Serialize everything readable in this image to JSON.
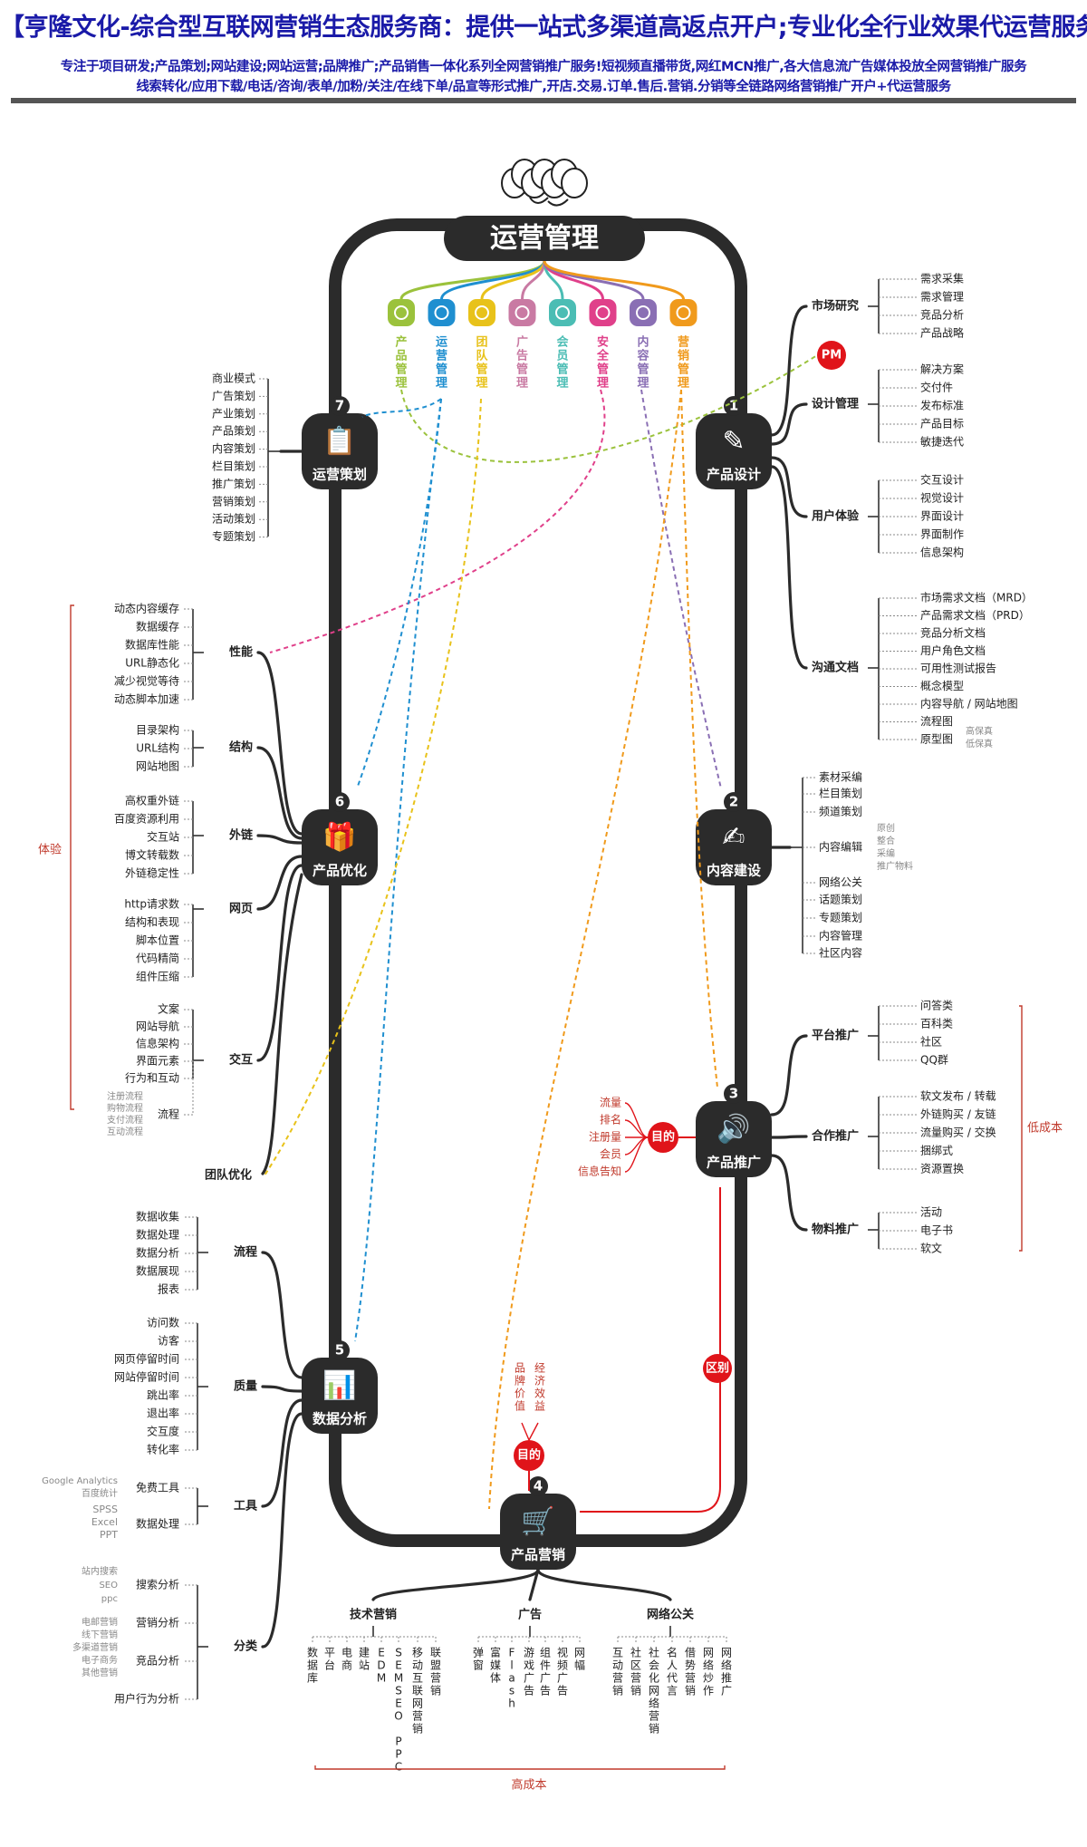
{
  "header": {
    "title": "【亨隆文化-综合型互联网营销生态服务商：提供一站式多渠道高返点开户;专业化全行业效果代运营服务】",
    "line1": "专注于项目研发;产品策划;网站建设;网站运营;品牌推广;产品销售一体化系列全网营销推广服务!短视频直播带货,网红MCN推广,各大信息流广告媒体投放全网营销推广服务",
    "line2": "线索转化/应用下载/电话/咨询/表单/加粉/关注/在线下单/品宣等形式推广,开店.交易.订单.售后.营销.分销等全链路网络营销推广开户+代运营服务"
  },
  "center": {
    "title": "运营管理",
    "modules": [
      {
        "label": "产品管理",
        "color": "#9bc23c"
      },
      {
        "label": "运营管理",
        "color": "#1f8fd0"
      },
      {
        "label": "团队管理",
        "color": "#e8c21a"
      },
      {
        "label": "广告管理",
        "color": "#c97aa3"
      },
      {
        "label": "会员管理",
        "color": "#4bbdb4"
      },
      {
        "label": "安全管理",
        "color": "#e0408a"
      },
      {
        "label": "内容管理",
        "color": "#8a6fb4"
      },
      {
        "label": "营销管理",
        "color": "#f09a1c"
      }
    ]
  },
  "nodes": [
    {
      "num": "1",
      "label": "产品设计"
    },
    {
      "num": "2",
      "label": "内容建设"
    },
    {
      "num": "3",
      "label": "产品推广"
    },
    {
      "num": "4",
      "label": "产品营销"
    },
    {
      "num": "5",
      "label": "数据分析"
    },
    {
      "num": "6",
      "label": "产品优化"
    },
    {
      "num": "7",
      "label": "运营策划"
    }
  ],
  "pm": "PM",
  "node1": {
    "groups": [
      {
        "label": "市场研究",
        "items": [
          "需求采集",
          "需求管理",
          "竞品分析",
          "产品战略"
        ]
      },
      {
        "label": "设计管理",
        "items": [
          "解决方案",
          "交付件",
          "发布标准",
          "产品目标",
          "敏捷迭代"
        ]
      },
      {
        "label": "用户体验",
        "items": [
          "交互设计",
          "视觉设计",
          "界面设计",
          "界面制作",
          "信息架构"
        ]
      },
      {
        "label": "沟通文档",
        "items": [
          "市场需求文档（MRD）",
          "产品需求文档（PRD）",
          "竞品分析文档",
          "用户角色文档",
          "可用性测试报告",
          "概念模型",
          "内容导航 / 网站地图",
          "流程图",
          "原型图"
        ]
      }
    ],
    "prototype_sub": [
      "高保真",
      "低保真"
    ]
  },
  "node2": {
    "items": [
      "素材采编",
      "栏目策划",
      "频道策划",
      "内容编辑",
      "网络公关",
      "话题策划",
      "专题策划",
      "内容管理",
      "社区内容"
    ],
    "edit_sub": [
      "原创",
      "整合",
      "采编",
      "推广物料"
    ]
  },
  "node3": {
    "groups": [
      {
        "label": "平台推广",
        "items": [
          "问答类",
          "百科类",
          "社区",
          "QQ群"
        ]
      },
      {
        "label": "合作推广",
        "items": [
          "软文发布 / 转载",
          "外链购买 / 友链",
          "流量购买 / 交换",
          "捆绑式",
          "资源置换"
        ]
      },
      {
        "label": "物料推广",
        "items": [
          "活动",
          "电子书",
          "软文"
        ]
      }
    ],
    "side_note": "低成本",
    "goal": "目的",
    "goal_items": [
      "流量",
      "排名",
      "注册量",
      "会员",
      "信息告知"
    ]
  },
  "node4": {
    "goal": "目的",
    "goal_items": [
      "品牌价值",
      "经济效益"
    ],
    "diff": "区别",
    "groups": [
      {
        "label": "技术营销",
        "items": [
          "数据库",
          "平台",
          "电商",
          "建站",
          "EDM",
          "SEM（SEO PPC）",
          "移动互联网营销",
          "联盟营销"
        ]
      },
      {
        "label": "广告",
        "items": [
          "弹窗",
          "富媒体",
          "Flash",
          "游戏广告",
          "组件广告",
          "视频广告",
          "网幅"
        ]
      },
      {
        "label": "网络公关",
        "items": [
          "互动营销",
          "社区营销",
          "社会化网络营销",
          "名人代言",
          "借势营销",
          "网络炒作",
          "网络推广"
        ]
      }
    ],
    "bottom_note": "高成本"
  },
  "node5": {
    "groups": [
      {
        "label": "流程",
        "items": [
          "数据收集",
          "数据处理",
          "数据分析",
          "数据展现",
          "报表"
        ]
      },
      {
        "label": "质量",
        "items": [
          "访问数",
          "访客",
          "网页停留时间",
          "网站停留时间",
          "跳出率",
          "退出率",
          "交互度",
          "转化率"
        ]
      },
      {
        "label": "工具",
        "items": [
          "免费工具",
          "数据处理"
        ]
      },
      {
        "label": "分类",
        "items": [
          "搜索分析",
          "营销分析",
          "竞品分析",
          "用户行为分析"
        ]
      }
    ],
    "free_tools": [
      "Google Analytics",
      "百度统计"
    ],
    "data_tools": [
      "SPSS",
      "Excel",
      "PPT"
    ],
    "search_sub": [
      "站内搜索",
      "SEO",
      "ppc"
    ],
    "marketing_sub": [
      "电邮营销",
      "线下营销",
      "多渠道营销",
      "电子商务",
      "其他营销"
    ]
  },
  "node6": {
    "groups": [
      {
        "label": "性能",
        "items": [
          "动态内容缓存",
          "数据缓存",
          "数据库性能",
          "URL静态化",
          "减少视觉等待",
          "动态脚本加速"
        ]
      },
      {
        "label": "结构",
        "items": [
          "目录架构",
          "URL结构",
          "网站地图"
        ]
      },
      {
        "label": "外链",
        "items": [
          "高权重外链",
          "百度资源利用",
          "交互站",
          "博文转载数",
          "外链稳定性"
        ]
      },
      {
        "label": "网页",
        "items": [
          "http请求数",
          "结构和表现",
          "脚本位置",
          "代码精简",
          "组件压缩"
        ]
      },
      {
        "label": "交互",
        "items": [
          "文案",
          "网站导航",
          "信息架构",
          "界面元素",
          "行为和互动",
          "流程"
        ]
      }
    ],
    "flow_sub": [
      "注册流程",
      "购物流程",
      "支付流程",
      "互动流程"
    ],
    "team": "团队优化",
    "side_note": "体验"
  },
  "node7": {
    "items": [
      "商业模式",
      "广告策划",
      "产业策划",
      "产品策划",
      "内容策划",
      "栏目策划",
      "推广策划",
      "营销策划",
      "活动策划",
      "专题策划"
    ]
  },
  "colors": {
    "header": "#1a1aa8",
    "ring": "#2b2b2b",
    "accent_red": "#e0141a",
    "note_red": "#c0392b",
    "dot_lines": [
      "#9bc23c",
      "#e0408a",
      "#1f8fd0",
      "#e8c21a",
      "#8a6fb4",
      "#f09a1c"
    ]
  }
}
